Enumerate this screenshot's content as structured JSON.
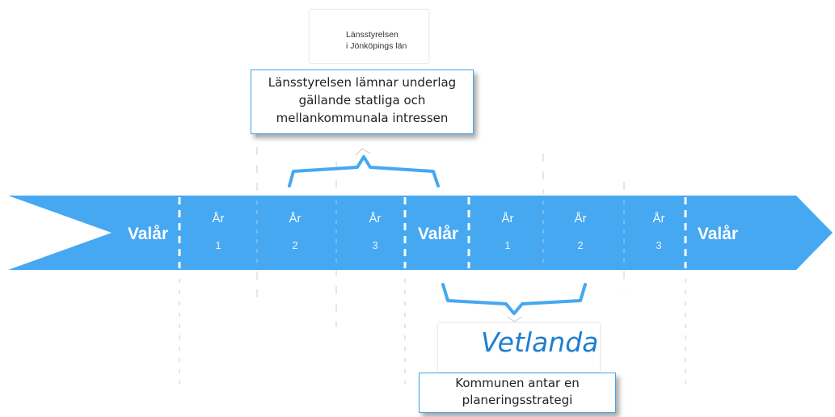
{
  "timeline": {
    "color": "#46a8f1",
    "segments": [
      {
        "kind": "election",
        "label": "Valår"
      },
      {
        "kind": "year",
        "label": "År",
        "number": "1"
      },
      {
        "kind": "year",
        "label": "År",
        "number": "2"
      },
      {
        "kind": "year",
        "label": "År",
        "number": "3"
      },
      {
        "kind": "election",
        "label": "Valår"
      },
      {
        "kind": "year",
        "label": "År",
        "number": "1"
      },
      {
        "kind": "year",
        "label": "År",
        "number": "2"
      },
      {
        "kind": "year",
        "label": "År",
        "number": "3"
      },
      {
        "kind": "election",
        "label": "Valår"
      }
    ]
  },
  "lansstyrelsen": {
    "logo_line1": "Länsstyrelsen",
    "logo_line2": "i Jönköpings län",
    "callout": "Länsstyrelsen lämnar underlag gällande statliga och mellankommunala intressen"
  },
  "kommun": {
    "logo_text": "Vetlanda",
    "callout": "Kommunen antar en planeringsstrategi"
  }
}
